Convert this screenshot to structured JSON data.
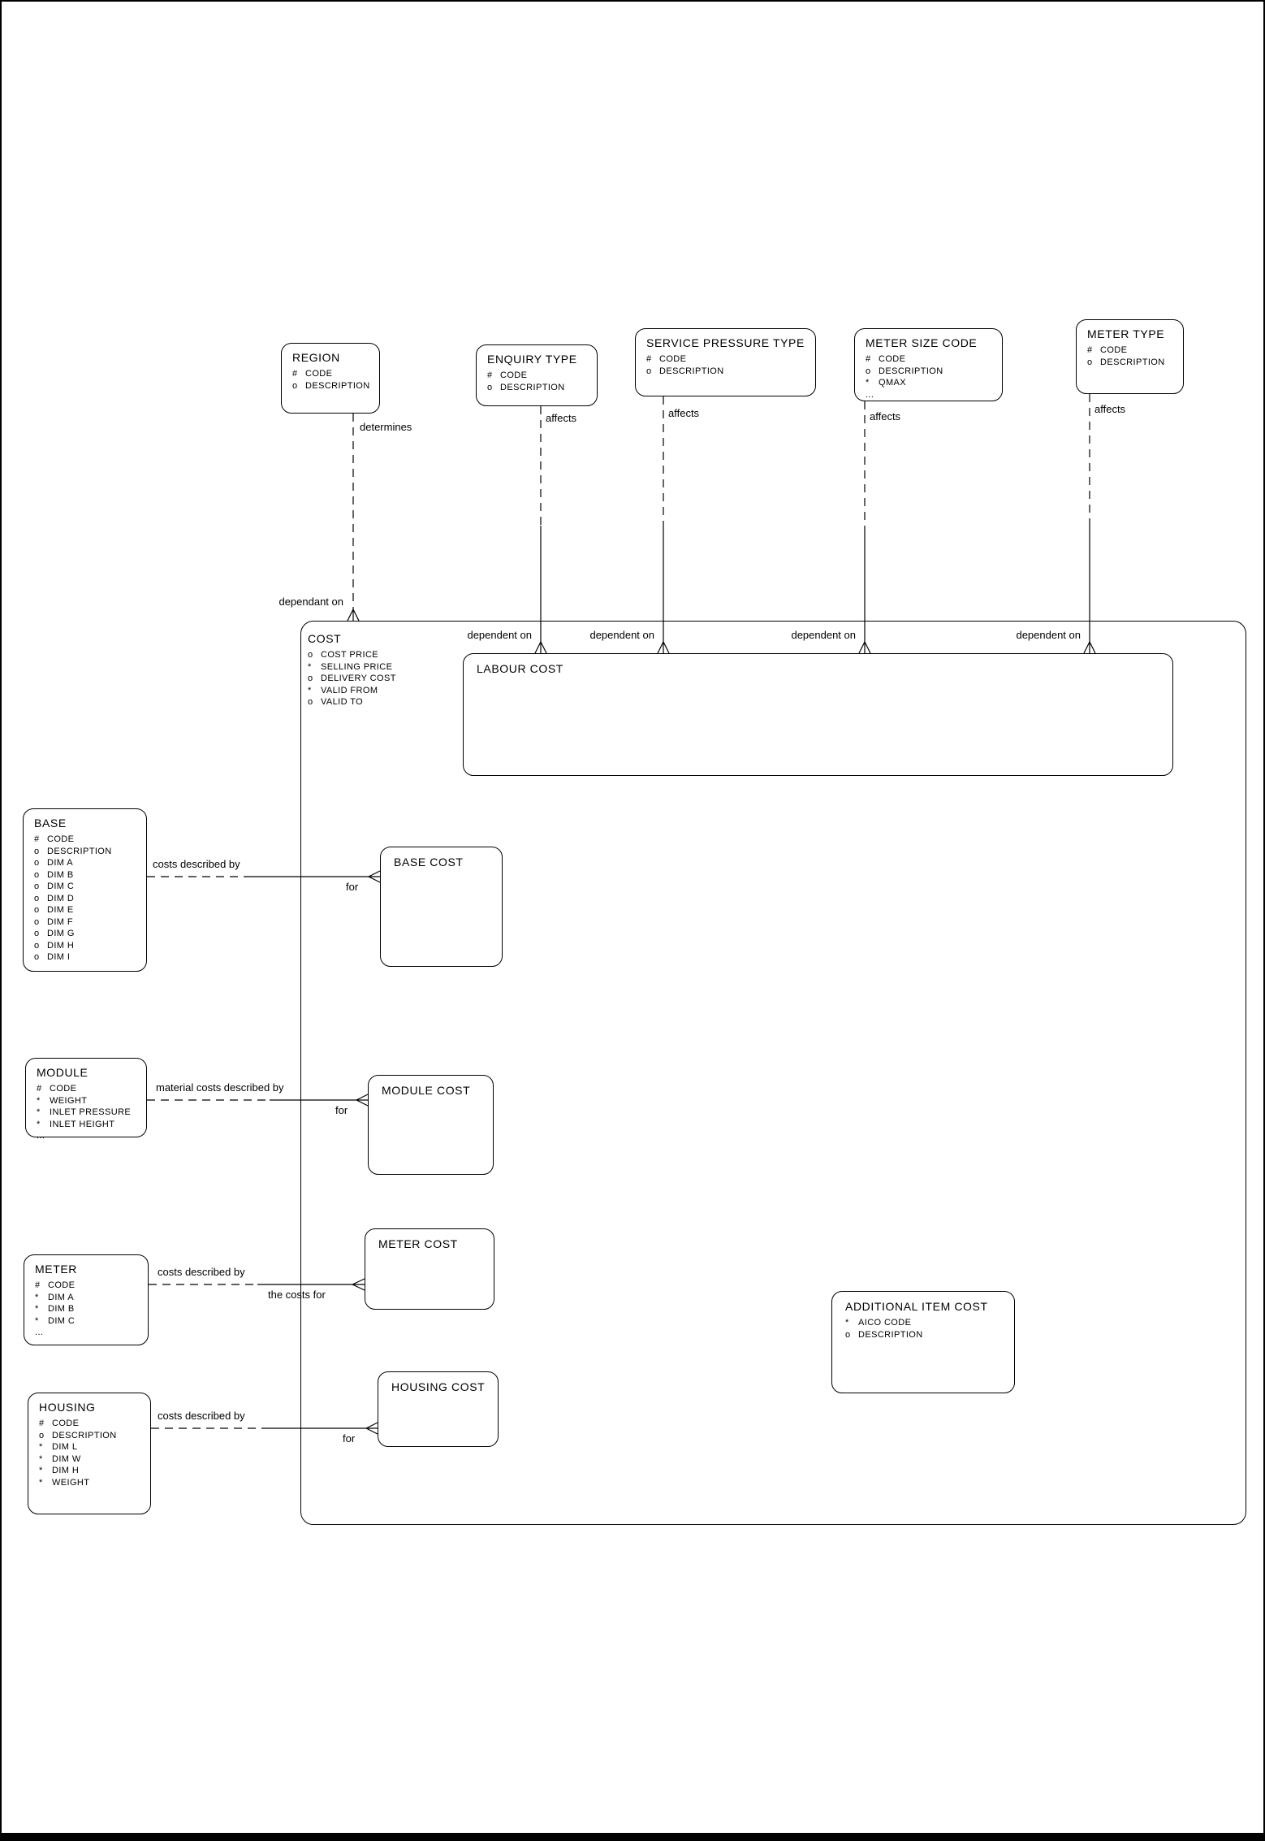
{
  "page": {
    "background": "#ffffff",
    "line_color": "#000000"
  },
  "entities": {
    "region": {
      "title": "REGION",
      "attrs": [
        {
          "p": "#",
          "t": "CODE"
        },
        {
          "p": "o",
          "t": "DESCRIPTION"
        }
      ]
    },
    "enquiry_type": {
      "title": "ENQUIRY TYPE",
      "attrs": [
        {
          "p": "#",
          "t": "CODE"
        },
        {
          "p": "o",
          "t": "DESCRIPTION"
        }
      ]
    },
    "service_pressure_type": {
      "title": "SERVICE PRESSURE TYPE",
      "attrs": [
        {
          "p": "#",
          "t": "CODE"
        },
        {
          "p": "o",
          "t": "DESCRIPTION"
        }
      ]
    },
    "meter_size_code": {
      "title": "METER SIZE CODE",
      "attrs": [
        {
          "p": "#",
          "t": "CODE"
        },
        {
          "p": "o",
          "t": "DESCRIPTION"
        },
        {
          "p": "*",
          "t": "QMAX"
        },
        {
          "p": "...",
          "t": ""
        }
      ]
    },
    "meter_type": {
      "title": "METER TYPE",
      "attrs": [
        {
          "p": "#",
          "t": "CODE"
        },
        {
          "p": "o",
          "t": "DESCRIPTION"
        }
      ]
    },
    "cost": {
      "title": "COST",
      "attrs": [
        {
          "p": "o",
          "t": "COST PRICE"
        },
        {
          "p": "*",
          "t": "SELLING PRICE"
        },
        {
          "p": "o",
          "t": "DELIVERY COST"
        },
        {
          "p": "*",
          "t": "VALID FROM"
        },
        {
          "p": "o",
          "t": "VALID TO"
        }
      ]
    },
    "labour_cost": {
      "title": "LABOUR COST"
    },
    "base": {
      "title": "BASE",
      "attrs": [
        {
          "p": "#",
          "t": "CODE"
        },
        {
          "p": "o",
          "t": "DESCRIPTION"
        },
        {
          "p": "o",
          "t": "DIM A"
        },
        {
          "p": "o",
          "t": "DIM B"
        },
        {
          "p": "o",
          "t": "DIM C"
        },
        {
          "p": "o",
          "t": "DIM D"
        },
        {
          "p": "o",
          "t": "DIM E"
        },
        {
          "p": "o",
          "t": "DIM F"
        },
        {
          "p": "o",
          "t": "DIM G"
        },
        {
          "p": "o",
          "t": "DIM H"
        },
        {
          "p": "o",
          "t": "DIM I"
        }
      ]
    },
    "base_cost": {
      "title": "BASE COST"
    },
    "module": {
      "title": "MODULE",
      "attrs": [
        {
          "p": "#",
          "t": "CODE"
        },
        {
          "p": "*",
          "t": "WEIGHT"
        },
        {
          "p": "*",
          "t": "INLET PRESSURE"
        },
        {
          "p": "*",
          "t": "INLET HEIGHT"
        },
        {
          "p": "...",
          "t": ""
        }
      ]
    },
    "module_cost": {
      "title": "MODULE COST"
    },
    "meter": {
      "title": "METER",
      "attrs": [
        {
          "p": "#",
          "t": "CODE"
        },
        {
          "p": "*",
          "t": "DIM A"
        },
        {
          "p": "*",
          "t": "DIM B"
        },
        {
          "p": "*",
          "t": "DIM C"
        },
        {
          "p": "...",
          "t": ""
        }
      ]
    },
    "meter_cost": {
      "title": "METER COST"
    },
    "housing": {
      "title": "HOUSING",
      "attrs": [
        {
          "p": "#",
          "t": "CODE"
        },
        {
          "p": "o",
          "t": "DESCRIPTION"
        },
        {
          "p": "*",
          "t": "DIM L"
        },
        {
          "p": "*",
          "t": "DIM W"
        },
        {
          "p": "*",
          "t": "DIM H"
        },
        {
          "p": "*",
          "t": "WEIGHT"
        }
      ]
    },
    "housing_cost": {
      "title": "HOUSING COST"
    },
    "additional_item_cost": {
      "title": "ADDITIONAL ITEM COST",
      "attrs": [
        {
          "p": "*",
          "t": "AICO CODE"
        },
        {
          "p": "o",
          "t": "DESCRIPTION"
        }
      ]
    }
  },
  "relationships": {
    "region_cost": {
      "from": "REGION",
      "to": "COST",
      "from_label": "determines",
      "to_label": "dependant on"
    },
    "enquiry_labour": {
      "from": "ENQUIRY TYPE",
      "to": "LABOUR COST",
      "from_label": "affects",
      "to_label": "dependent on"
    },
    "service_labour": {
      "from": "SERVICE PRESSURE TYPE",
      "to": "LABOUR COST",
      "from_label": "affects",
      "to_label": "dependent on"
    },
    "meter_size_labour": {
      "from": "METER SIZE CODE",
      "to": "LABOUR COST",
      "from_label": "affects",
      "to_label": "dependent on"
    },
    "meter_type_labour": {
      "from": "METER TYPE",
      "to": "LABOUR COST",
      "from_label": "affects",
      "to_label": "dependent on"
    },
    "base_base_cost": {
      "from": "BASE",
      "to": "BASE COST",
      "from_label": "costs described by",
      "to_label": "for"
    },
    "module_module_cost": {
      "from": "MODULE",
      "to": "MODULE COST",
      "from_label": "material costs described by",
      "to_label": "for"
    },
    "meter_meter_cost": {
      "from": "METER",
      "to": "METER COST",
      "from_label": "costs described by",
      "to_label": "the costs for"
    },
    "housing_housing_cost": {
      "from": "HOUSING",
      "to": "HOUSING COST",
      "from_label": "costs described by",
      "to_label": "for"
    }
  }
}
